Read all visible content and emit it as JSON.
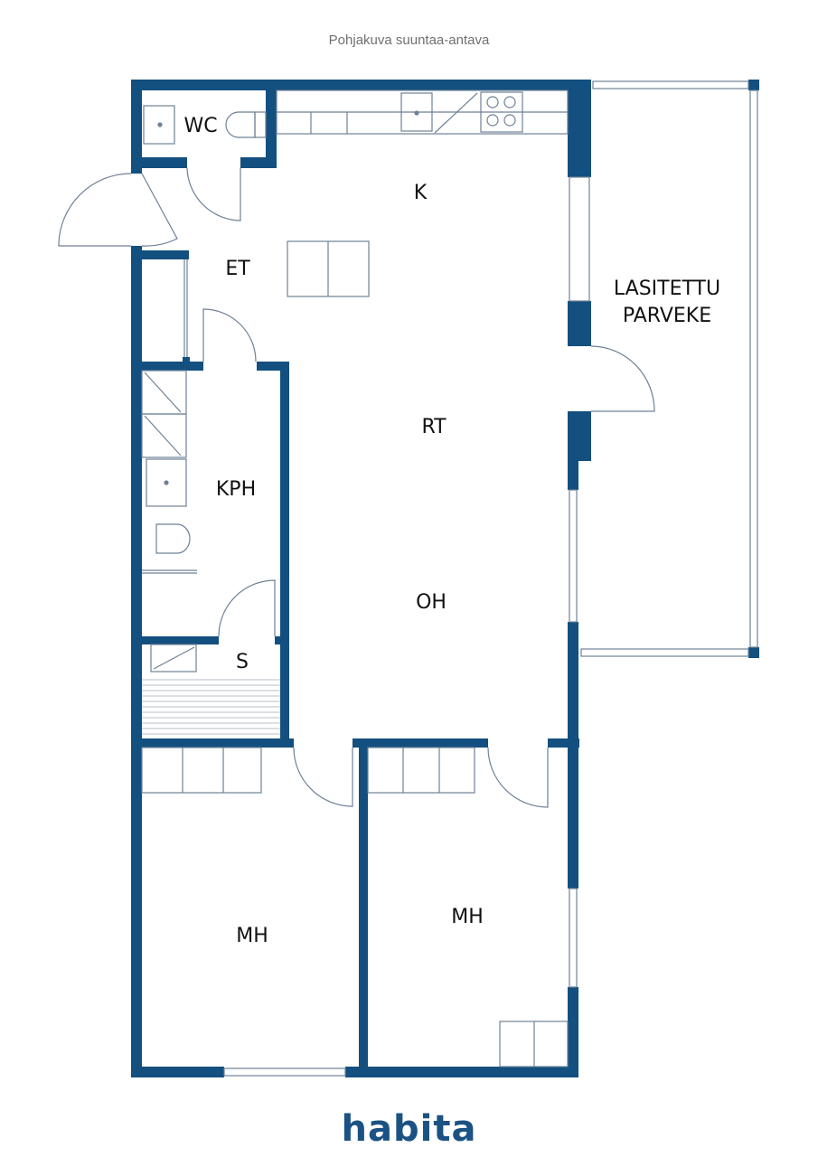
{
  "header": {
    "title": "Pohjakuva suuntaa-antava"
  },
  "colors": {
    "wall": "#134f7f",
    "line": "#6e8196",
    "text": "#111111",
    "logo": "#1b5283"
  },
  "rooms": [
    {
      "id": "wc",
      "label": "WC"
    },
    {
      "id": "k",
      "label": "K"
    },
    {
      "id": "et",
      "label": "ET"
    },
    {
      "id": "rt",
      "label": "RT"
    },
    {
      "id": "kph",
      "label": "KPH"
    },
    {
      "id": "oh",
      "label": "OH"
    },
    {
      "id": "s",
      "label": "S"
    },
    {
      "id": "mh1",
      "label": "MH"
    },
    {
      "id": "mh2",
      "label": "MH"
    },
    {
      "id": "balcony_line1",
      "label": "LASITETTU"
    },
    {
      "id": "balcony_line2",
      "label": "PARVEKE"
    }
  ],
  "footer": {
    "logo": "habita"
  }
}
